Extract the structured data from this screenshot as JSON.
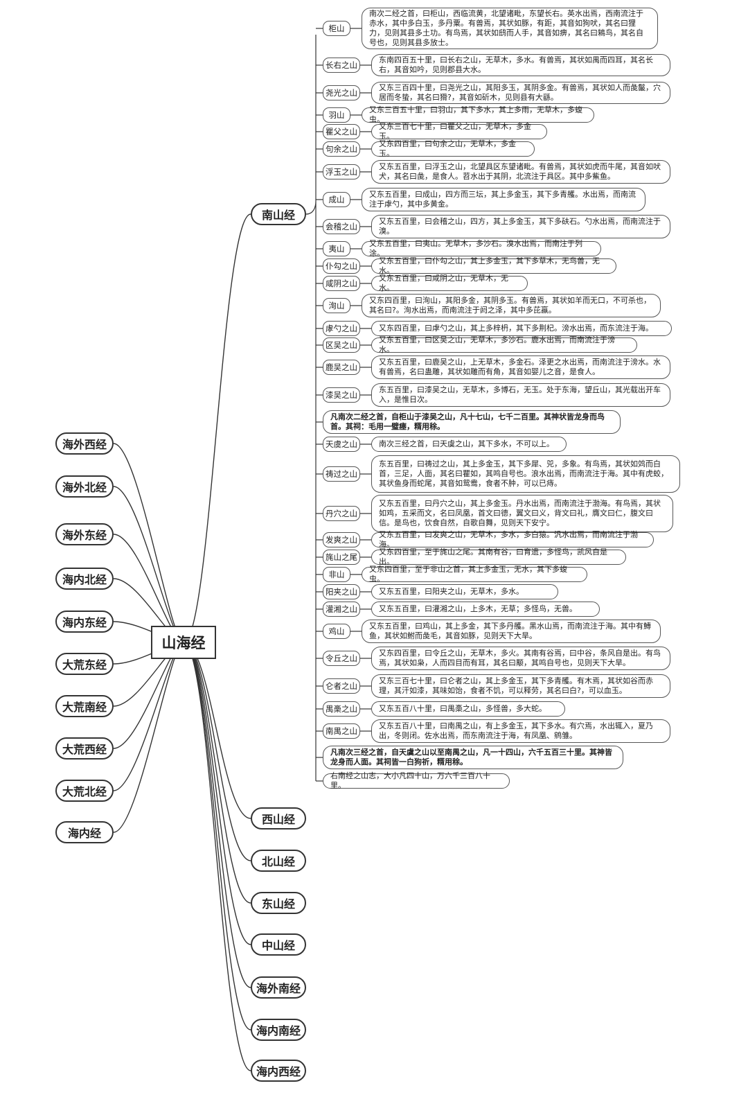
{
  "root": "山海经",
  "left_branches": [
    "海外西经",
    "海外北经",
    "海外东经",
    "海内北经",
    "海内东经",
    "大荒东经",
    "大荒南经",
    "大荒西经",
    "大荒北经",
    "海内经"
  ],
  "right_branches": [
    "南山经",
    "西山经",
    "北山经",
    "东山经",
    "中山经",
    "海外南经",
    "海内南经",
    "海内西经"
  ],
  "nanshan_items": [
    {
      "type": "mountain",
      "label": "柜山",
      "text": "南次二经之首，曰柜山，西临流黄，北望诸毗，东望长右。英水出焉，西南流注于赤水，其中多白玉，多丹粟。有兽焉，其状如豚，有距，其音如狗吠，其名曰狸力，见则其县多土功。有鸟焉，其状如鸱而人手，其音如痹，其名曰鴸鸟，其名自号也，见则其县多放士。"
    },
    {
      "type": "mountain",
      "label": "长右之山",
      "text": "东南四百五十里，曰长右之山，无草木，多水。有兽焉，其状如禺而四耳，其名长右，其音如吟，见则郡县大水。"
    },
    {
      "type": "mountain",
      "label": "尧光之山",
      "text": "又东三百四十里，曰尧光之山，其阳多玉，其阴多金。有兽焉，其状如人而彘鬣，穴居而冬蛰，其名曰猾?，其音如斫木，见则县有大繇。"
    },
    {
      "type": "mountain",
      "label": "羽山",
      "text": "又东三百五十里，曰羽山，其下多水，其上多雨，无草木，多蝮虫。"
    },
    {
      "type": "mountain",
      "label": "瞿父之山",
      "text": "又东三百七十里，曰瞿父之山，无草木，多金玉。"
    },
    {
      "type": "mountain",
      "label": "句余之山",
      "text": "又东四百里，曰句余之山，无草木，多金玉。"
    },
    {
      "type": "mountain",
      "label": "浮玉之山",
      "text": "又东五百里，曰浮玉之山，北望具区东望诸毗。有兽焉，其状如虎而牛尾，其音如吠犬，其名曰彘，是食人。苕水出于其阴，北流注于具区。其中多鮆鱼。"
    },
    {
      "type": "mountain",
      "label": "成山",
      "text": "又东五百里，曰成山，四方而三坛，其上多金玉，其下多青雘。水出焉，而南流注于虖勺，其中多黄金。"
    },
    {
      "type": "mountain",
      "label": "会稽之山",
      "text": "又东五百里，曰会稽之山，四方，其上多金玉，其下多砆石。勺水出焉，而南流注于溴。"
    },
    {
      "type": "mountain",
      "label": "夷山",
      "text": "又东五百里，曰夷山。无草木，多沙石。溴水出焉，而南注于列涂。"
    },
    {
      "type": "mountain",
      "label": "仆勾之山",
      "text": "又东五百里，曰仆勾之山，其上多金玉，其下多草木，无鸟兽，无水。"
    },
    {
      "type": "mountain",
      "label": "咸阴之山",
      "text": "又东五百里，曰咸阴之山，无草木，无水。"
    },
    {
      "type": "mountain",
      "label": "洵山",
      "text": "又东四百里，曰洵山，其阳多金，其阴多玉。有兽焉，其状如羊而无口，不可杀也，其名曰?。洵水出焉，而南流注于阏之泽，其中多芘蠃。"
    },
    {
      "type": "mountain",
      "label": "虖勺之山",
      "text": "又东四百里，曰虖勺之山，其上多梓枬，其下多荆杞。滂水出焉，而东流注于海。"
    },
    {
      "type": "mountain",
      "label": "区吴之山",
      "text": "又东五百里，曰区吴之山，无草木，多沙石。鹿水出焉，而南流注于滂水。"
    },
    {
      "type": "mountain",
      "label": "鹿吴之山",
      "text": "又东五百里，曰鹿吴之山，上无草木，多金石。泽更之水出焉，而南流注于滂水。水有兽焉，名曰蛊雕，其状如雕而有角，其音如婴儿之音，是食人。"
    },
    {
      "type": "mountain",
      "label": "漆吴之山",
      "text": "东五百里，曰漆吴之山，无草木，多博石，无玉。处于东海，望丘山，其光载出开车入，是惟日次。"
    },
    {
      "type": "summary",
      "text": "凡南次二经之首，自柜山于漆吴之山，凡十七山，七千二百里。其神状皆龙身而鸟首。其祠：毛用一璧瘗，糈用稌。"
    },
    {
      "type": "mountain",
      "label": "天虞之山",
      "text": "南次三经之首，曰天虞之山，其下多水，不可以上。"
    },
    {
      "type": "mountain",
      "label": "祷过之山",
      "text": "东五百里，曰祷过之山，其上多金玉，其下多犀、兕，多象。有鸟焉，其状如䴔而白首，三足，人面，其名曰瞿如，其鸣自号也。浪水出焉，而南流注于海。其中有虎蛟，其状鱼身而蛇尾，其音如鸳鸯，食者不肿，可以已痔。"
    },
    {
      "type": "mountain",
      "label": "丹穴之山",
      "text": "又东五百里，曰丹穴之山，其上多金玉。丹水出焉，而南流注于渤海。有鸟焉，其状如鸡，五采而文，名曰凤凰，首文曰德，翼文曰义，背文曰礼，膺文曰仁，腹文曰信。是鸟也，饮食自然，自歌自舞，见则天下安宁。"
    },
    {
      "type": "mountain",
      "label": "发爽之山",
      "text": "又东五百里，曰发爽之山，无草木，多水，多白猿。汎水出焉，而南流注于渤海。"
    },
    {
      "type": "mountain",
      "label": "旄山之尾",
      "text": "又东四百里，至于旄山之尾。其南有谷，曰育遗，多怪鸟，凯风自是出。"
    },
    {
      "type": "mountain",
      "label": "非山",
      "text": "又东四百里，至于非山之首，其上多金玉，无水，其下多蝮虫。"
    },
    {
      "type": "mountain",
      "label": "阳夹之山",
      "text": "又东五百里，曰阳夹之山，无草木，多水。"
    },
    {
      "type": "mountain",
      "label": "灌湘之山",
      "text": "又东五百里，曰灌湘之山，上多木，无草；多怪鸟，无兽。"
    },
    {
      "type": "mountain",
      "label": "鸡山",
      "text": "又东五百里，曰鸡山，其上多金，其下多丹雘。黑水山焉，而南流注于海。其中有鱄鱼，其状如鲋而彘毛，其音如豚，见则天下大旱。"
    },
    {
      "type": "mountain",
      "label": "令丘之山",
      "text": "又东四百里，曰令丘之山，无草木，多火。其南有谷焉，曰中谷，条风自是出。有鸟焉，其状如枭，人而四目而有耳，其名曰颙，其鸣自号也，见则天下大旱。"
    },
    {
      "type": "mountain",
      "label": "仑者之山",
      "text": "又东三百七十里，曰仑者之山，其上多金玉，其下多青雘。有木焉，其状如谷而赤理，其汗如漆，其味如饴，食者不饥，可以释劳，其名曰白?，可以血玉。"
    },
    {
      "type": "mountain",
      "label": "禺槀之山",
      "text": "又东五百八十里，曰禺槀之山，多怪兽，多大蛇。"
    },
    {
      "type": "mountain",
      "label": "南禺之山",
      "text": "又东五百八十里，曰南禺之山，有上多金玉，其下多水。有穴焉，水出辄入，夏乃出，冬则闭。佐水出焉，而东南流注于海，有凤凰、鹓雏。"
    },
    {
      "type": "summary",
      "text": "凡南次三经之首，自天虞之山以至南禺之山，凡一十四山，六千五百三十里。其神皆龙身而人面。其祠皆一白狗祈，糈用稌。"
    },
    {
      "type": "plain",
      "text": "右南经之山志，大小凡四十山，万六千三百八十里。"
    }
  ]
}
